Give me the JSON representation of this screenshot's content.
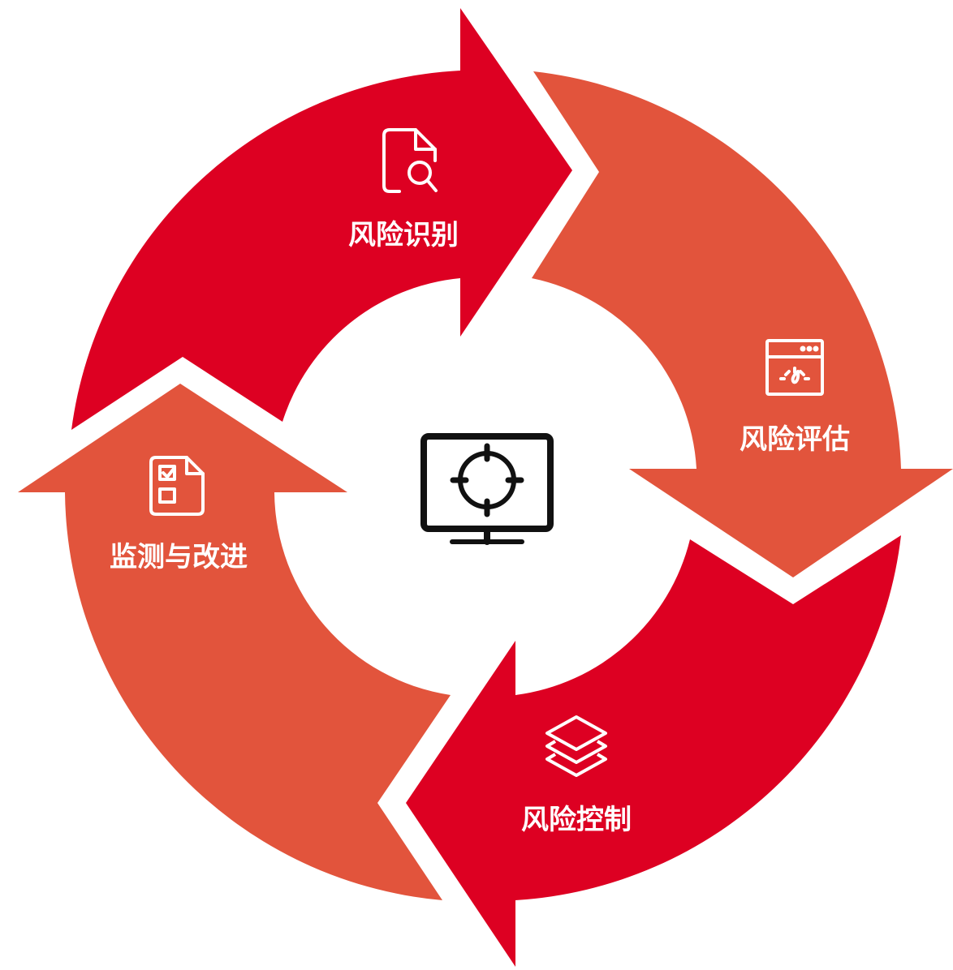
{
  "colors": {
    "dark_red": "#DD0022",
    "light_red": "#E2543C",
    "white": "#FFFFFF",
    "black": "#111111"
  },
  "center": {
    "icon": "monitor-crosshair-icon"
  },
  "stages": [
    {
      "id": "identify",
      "label": "风险识别",
      "icon": "document-search-icon",
      "color": "dark_red"
    },
    {
      "id": "assess",
      "label": "风险评估",
      "icon": "browser-gauge-icon",
      "color": "light_red"
    },
    {
      "id": "control",
      "label": "风险控制",
      "icon": "layers-icon",
      "color": "dark_red"
    },
    {
      "id": "monitor",
      "label": "监测与改进",
      "icon": "checklist-document-icon",
      "color": "light_red"
    }
  ]
}
